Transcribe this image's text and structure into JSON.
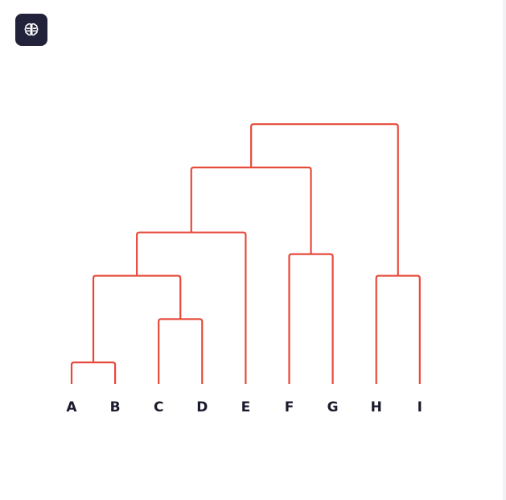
{
  "app": {
    "icon": "brain-icon"
  },
  "dendrogram": {
    "line_color": "#e64a3c",
    "label_color": "#1b1b2e",
    "leaves": [
      "A",
      "B",
      "C",
      "D",
      "E",
      "F",
      "G",
      "H",
      "I"
    ],
    "merges": [
      {
        "left": "A",
        "right": "B",
        "height": 1
      },
      {
        "left": "C",
        "right": "D",
        "height": 3
      },
      {
        "left": "AB",
        "right": "CD",
        "height": 5
      },
      {
        "left": "ABCD",
        "right": "E",
        "height": 7
      },
      {
        "left": "F",
        "right": "G",
        "height": 6
      },
      {
        "left": "H",
        "right": "I",
        "height": 5
      },
      {
        "left": "ABCDE",
        "right": "FG",
        "height": 10
      },
      {
        "left": "ABCDEFG",
        "right": "HI",
        "height": 12
      }
    ]
  }
}
